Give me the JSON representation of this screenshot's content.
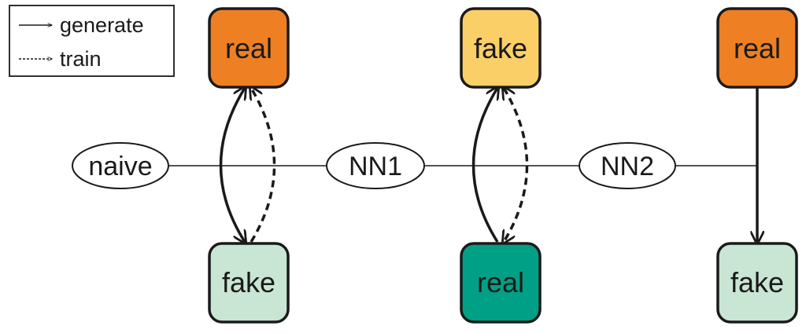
{
  "legend": {
    "generate_label": "generate",
    "train_label": "train"
  },
  "models": [
    {
      "id": "naive",
      "label": "naive"
    },
    {
      "id": "nn1",
      "label": "NN1"
    },
    {
      "id": "nn2",
      "label": "NN2"
    }
  ],
  "boxes": {
    "col1_top": {
      "label": "real",
      "color": "#ee7f22"
    },
    "col1_bottom": {
      "label": "fake",
      "color": "#c8e6d3"
    },
    "col2_top": {
      "label": "fake",
      "color": "#fbcf68"
    },
    "col2_bottom": {
      "label": "real",
      "color": "#00a086"
    },
    "col3_top": {
      "label": "real",
      "color": "#ee7f22"
    },
    "col3_bottom": {
      "label": "fake",
      "color": "#c8e6d3"
    }
  }
}
